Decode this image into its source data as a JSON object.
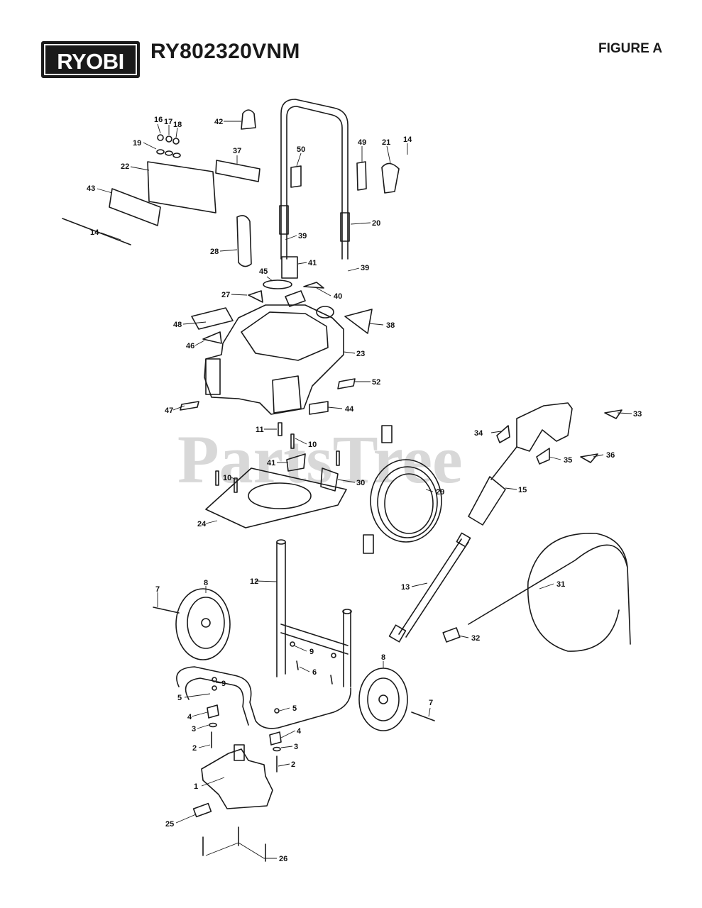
{
  "header": {
    "brand": "RYOBI",
    "model": "RY802320VNM",
    "figure": "FIGURE A"
  },
  "watermark": "PartsTree",
  "colors": {
    "ink": "#1a1a1a",
    "watermark": "#d8d8d8"
  },
  "callouts": [
    {
      "id": "c42",
      "text": "42"
    },
    {
      "id": "c16",
      "text": "16"
    },
    {
      "id": "c17",
      "text": "17"
    },
    {
      "id": "c18",
      "text": "18"
    },
    {
      "id": "c19",
      "text": "19"
    },
    {
      "id": "c37",
      "text": "37"
    },
    {
      "id": "c22",
      "text": "22"
    },
    {
      "id": "c43",
      "text": "43"
    },
    {
      "id": "c14a",
      "text": "14"
    },
    {
      "id": "c50",
      "text": "50"
    },
    {
      "id": "c49",
      "text": "49"
    },
    {
      "id": "c21",
      "text": "21"
    },
    {
      "id": "c14b",
      "text": "14"
    },
    {
      "id": "c20",
      "text": "20"
    },
    {
      "id": "c39a",
      "text": "39"
    },
    {
      "id": "c28",
      "text": "28"
    },
    {
      "id": "c41a",
      "text": "41"
    },
    {
      "id": "c39b",
      "text": "39"
    },
    {
      "id": "c45",
      "text": "45"
    },
    {
      "id": "c27",
      "text": "27"
    },
    {
      "id": "c40",
      "text": "40"
    },
    {
      "id": "c38",
      "text": "38"
    },
    {
      "id": "c48",
      "text": "48"
    },
    {
      "id": "c46",
      "text": "46"
    },
    {
      "id": "c23",
      "text": "23"
    },
    {
      "id": "c52",
      "text": "52"
    },
    {
      "id": "c47",
      "text": "47"
    },
    {
      "id": "c44",
      "text": "44"
    },
    {
      "id": "c33",
      "text": "33"
    },
    {
      "id": "c11",
      "text": "11"
    },
    {
      "id": "c10a",
      "text": "10"
    },
    {
      "id": "c34",
      "text": "34"
    },
    {
      "id": "c36",
      "text": "36"
    },
    {
      "id": "c35",
      "text": "35"
    },
    {
      "id": "c41b",
      "text": "41"
    },
    {
      "id": "c10b",
      "text": "10"
    },
    {
      "id": "c30",
      "text": "30"
    },
    {
      "id": "c29",
      "text": "29"
    },
    {
      "id": "c15",
      "text": "15"
    },
    {
      "id": "c24",
      "text": "24"
    },
    {
      "id": "c12",
      "text": "12"
    },
    {
      "id": "c7a",
      "text": "7"
    },
    {
      "id": "c8a",
      "text": "8"
    },
    {
      "id": "c13",
      "text": "13"
    },
    {
      "id": "c31",
      "text": "31"
    },
    {
      "id": "c32",
      "text": "32"
    },
    {
      "id": "c9a",
      "text": "9"
    },
    {
      "id": "c6",
      "text": "6"
    },
    {
      "id": "c9b",
      "text": "9"
    },
    {
      "id": "c5a",
      "text": "5"
    },
    {
      "id": "c8b",
      "text": "8"
    },
    {
      "id": "c4a",
      "text": "4"
    },
    {
      "id": "c5b",
      "text": "5"
    },
    {
      "id": "c3a",
      "text": "3"
    },
    {
      "id": "c4b",
      "text": "4"
    },
    {
      "id": "c7b",
      "text": "7"
    },
    {
      "id": "c2a",
      "text": "2"
    },
    {
      "id": "c3b",
      "text": "3"
    },
    {
      "id": "c2b",
      "text": "2"
    },
    {
      "id": "c1",
      "text": "1"
    },
    {
      "id": "c25",
      "text": "25"
    },
    {
      "id": "c26",
      "text": "26"
    }
  ]
}
